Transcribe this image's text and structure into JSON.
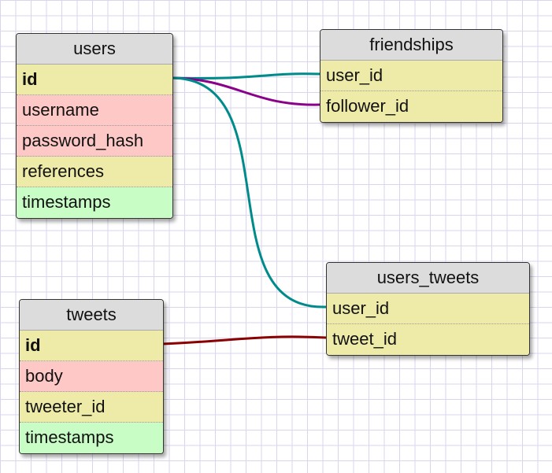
{
  "tables": {
    "users": {
      "name": "users",
      "fields": [
        {
          "label": "id",
          "type": "key"
        },
        {
          "label": "username",
          "type": "string"
        },
        {
          "label": "password_hash",
          "type": "string"
        },
        {
          "label": "references",
          "type": "foreign"
        },
        {
          "label": "timestamps",
          "type": "timestamp"
        }
      ]
    },
    "tweets": {
      "name": "tweets",
      "fields": [
        {
          "label": "id",
          "type": "key"
        },
        {
          "label": "body",
          "type": "string"
        },
        {
          "label": "tweeter_id",
          "type": "foreign"
        },
        {
          "label": "timestamps",
          "type": "timestamp"
        }
      ]
    },
    "friendships": {
      "name": "friendships",
      "fields": [
        {
          "label": "user_id",
          "type": "foreign"
        },
        {
          "label": "follower_id",
          "type": "foreign"
        }
      ]
    },
    "users_tweets": {
      "name": "users_tweets",
      "fields": [
        {
          "label": "user_id",
          "type": "foreign"
        },
        {
          "label": "tweet_id",
          "type": "foreign"
        }
      ]
    }
  },
  "relations": [
    {
      "from": "users.id",
      "to": "friendships.user_id",
      "color": "#008b8b"
    },
    {
      "from": "users.id",
      "to": "friendships.follower_id",
      "color": "#8b008b"
    },
    {
      "from": "users.id",
      "to": "users_tweets.user_id",
      "color": "#008b8b"
    },
    {
      "from": "tweets.id",
      "to": "users_tweets.tweet_id",
      "color": "#8b0000"
    }
  ],
  "colors": {
    "key_field": "#eeeaa8",
    "string_field": "#fdc8c6",
    "timestamp_field": "#c8fdc6",
    "header": "#dcdcdc",
    "grid_line": "#d9d5ee"
  }
}
